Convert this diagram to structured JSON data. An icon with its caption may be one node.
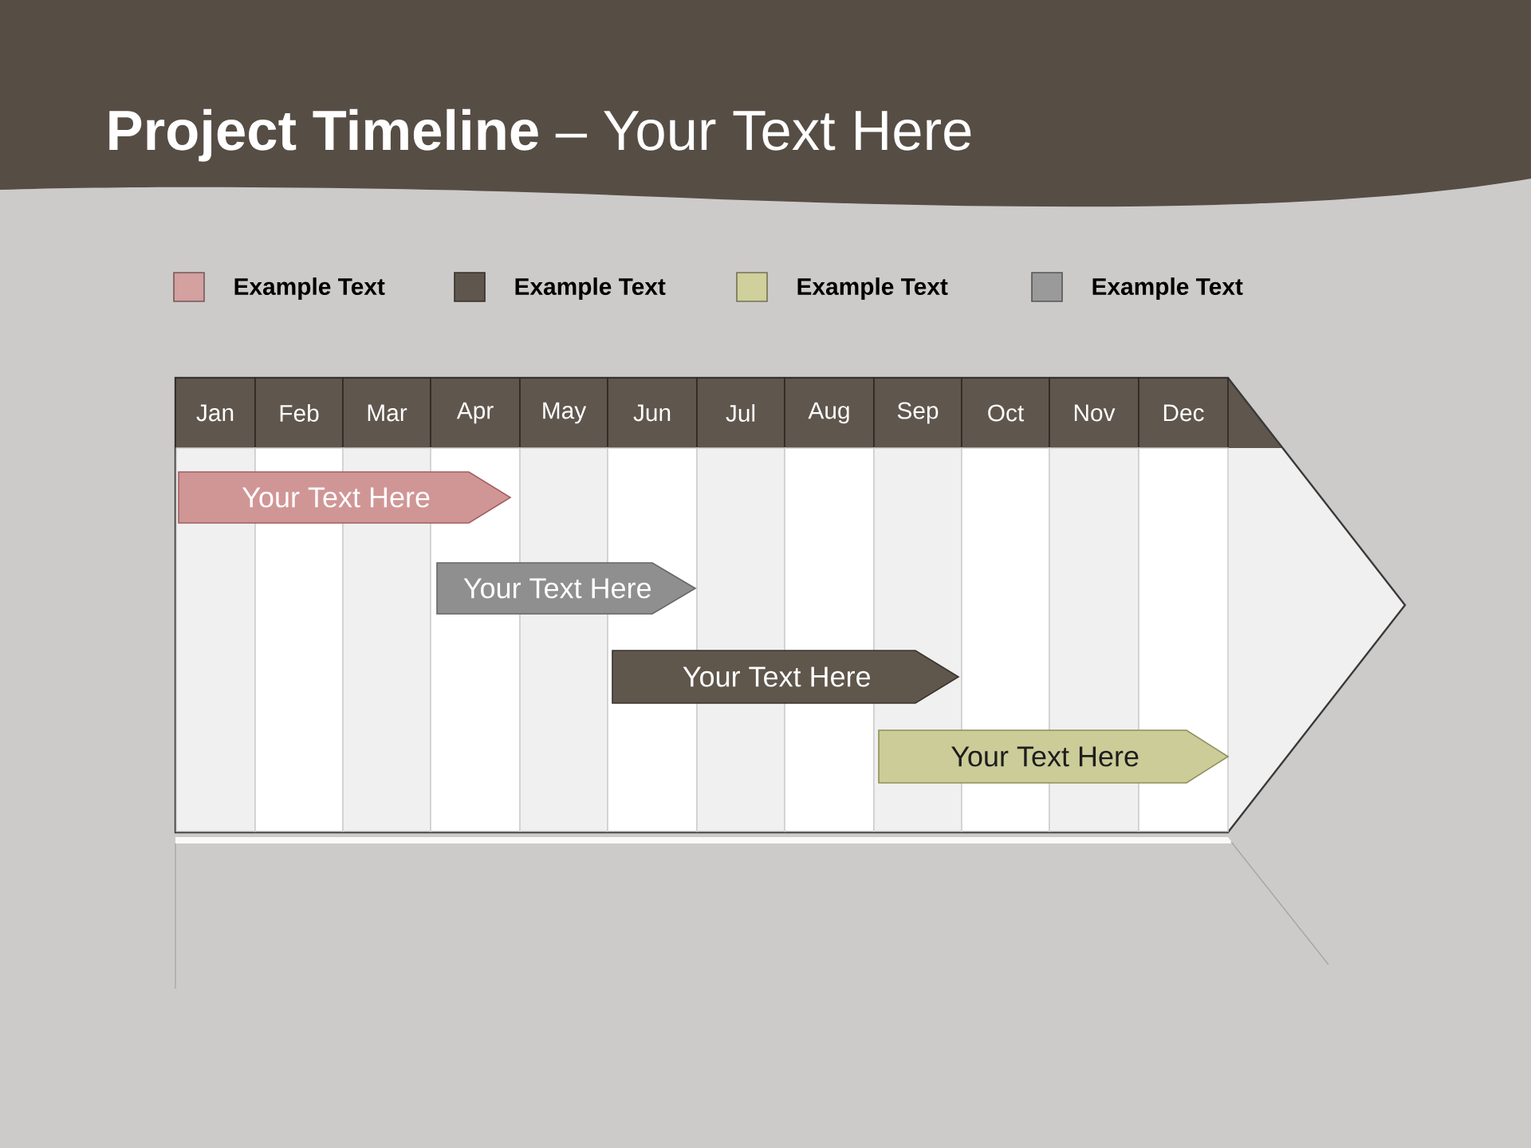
{
  "diagram": {
    "title": "**Project Timeline** – Your Text Here",
    "nodes": [
      {
        "text": [],
        "shape": "arrow"
      },
      {
        "text": [
          "Jan"
        ],
        "in": 0
      },
      {
        "text": [
          "Feb"
        ],
        "in": 0
      },
      {
        "text": [
          "Mar"
        ],
        "in": 0
      },
      {
        "text": [
          "Apr"
        ],
        "in": 0
      },
      {
        "text": [
          "May"
        ],
        "in": 0
      },
      {
        "text": [
          "Jun"
        ],
        "in": 0
      },
      {
        "text": [
          "Jul"
        ],
        "in": 0
      },
      {
        "text": [
          "Aug"
        ],
        "in": 0
      },
      {
        "text": [
          "Sep"
        ],
        "in": 0
      },
      {
        "text": [
          "Oct"
        ],
        "in": 0
      },
      {
        "text": [
          "Nov"
        ],
        "in": 0
      },
      {
        "text": [
          "Dec"
        ],
        "in": 0
      },
      {
        "text": [],
        "shape": "box",
        "in": 0
      },
      {
        "text": [],
        "shape": "box",
        "in": 0
      },
      {
        "text": [],
        "shape": "box",
        "in": 0
      },
      {
        "text": [],
        "shape": "box",
        "in": 0
      },
      {
        "text": [],
        "shape": "box",
        "in": 0
      },
      {
        "text": [],
        "shape": "box",
        "in": 0
      },
      {
        "text": [],
        "shape": "box",
        "in": 0
      },
      {
        "text": [],
        "shape": "box",
        "in": 0
      },
      {
        "text": [],
        "shape": "box",
        "in": 0
      },
      {
        "text": [],
        "shape": "box",
        "in": 0
      },
      {
        "text": [],
        "shape": "box",
        "in": 0
      },
      {
        "text": [],
        "shape": "box",
        "in": 0
      },
      {
        "text": [
          "Your Text Here"
        ],
        "in": 0
      },
      {
        "text": [
          "Your Text Here"
        ],
        "in": 0
      },
      {
        "text": [
          "Your Text Here"
        ],
        "in": 0
      },
      {
        "text": [
          "Your Text Here"
        ],
        "in": 0
      }
    ],
    "legend": [
      {
        "text": "Example Text",
        "color": "#d4a0a0"
      },
      {
        "text": "Example Text",
        "color": "#5f574d"
      },
      {
        "text": "Example Text",
        "color": "#d0d09c"
      },
      {
        "text": "Example Text",
        "color": "#9a9a9a"
      }
    ]
  }
}
